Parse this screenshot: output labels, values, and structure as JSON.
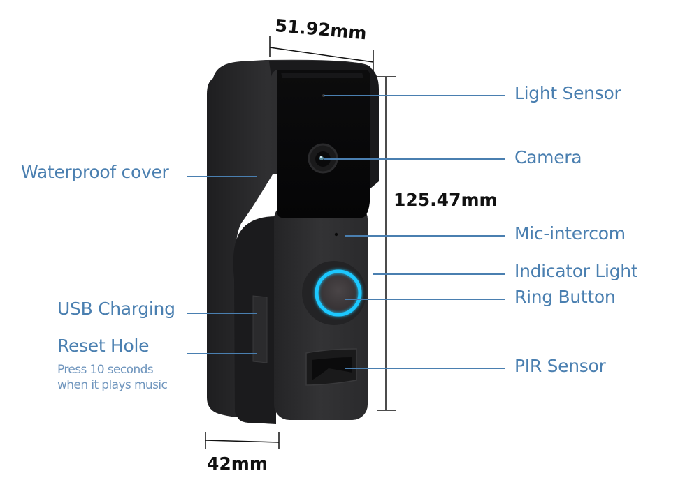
{
  "diagram": {
    "subject": "video-doorbell",
    "dimensions": {
      "width": "51.92mm",
      "height": "125.47mm",
      "depth": "42mm"
    },
    "callouts_left": [
      {
        "label": "Waterproof cover"
      },
      {
        "label": "USB Charging"
      },
      {
        "label": "Reset Hole",
        "note": [
          "Press 10 seconds",
          "when it plays music"
        ]
      }
    ],
    "callouts_right": [
      {
        "label": "Light Sensor"
      },
      {
        "label": "Camera"
      },
      {
        "label": "Mic-intercom"
      },
      {
        "label": "Indicator Light"
      },
      {
        "label": "Ring Button"
      },
      {
        "label": "PIR Sensor"
      }
    ],
    "colors": {
      "label_blue": "#4a7fb0",
      "ring_light": "#1ec8ff",
      "device_body": "#2b2b2d",
      "dimension_text": "#111111"
    }
  }
}
